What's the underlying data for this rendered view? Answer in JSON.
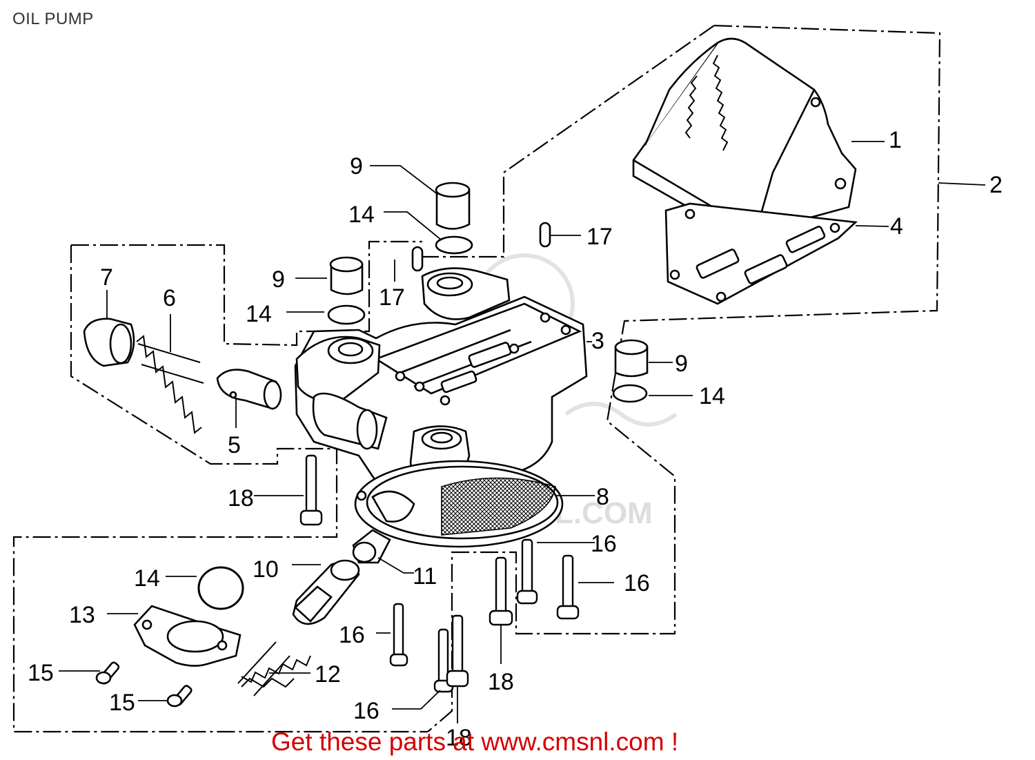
{
  "title": "OIL PUMP",
  "footer_text": "Get these parts at www.cmsnl.com !",
  "watermark_text": "WWW.CMSNL.COM",
  "colors": {
    "ink": "#000000",
    "footer": "#d40000",
    "watermark": "#cccccc",
    "background": "#ffffff"
  },
  "callouts": [
    {
      "key": "c1",
      "label": "1"
    },
    {
      "key": "c2",
      "label": "2"
    },
    {
      "key": "c3",
      "label": "3"
    },
    {
      "key": "c4",
      "label": "4"
    },
    {
      "key": "c5",
      "label": "5"
    },
    {
      "key": "c6",
      "label": "6"
    },
    {
      "key": "c7",
      "label": "7"
    },
    {
      "key": "c8",
      "label": "8"
    },
    {
      "key": "c9a",
      "label": "9"
    },
    {
      "key": "c9b",
      "label": "9"
    },
    {
      "key": "c9c",
      "label": "9"
    },
    {
      "key": "c10",
      "label": "10"
    },
    {
      "key": "c11",
      "label": "11"
    },
    {
      "key": "c12",
      "label": "12"
    },
    {
      "key": "c13",
      "label": "13"
    },
    {
      "key": "c14a",
      "label": "14"
    },
    {
      "key": "c14b",
      "label": "14"
    },
    {
      "key": "c14c",
      "label": "14"
    },
    {
      "key": "c14d",
      "label": "14"
    },
    {
      "key": "c15a",
      "label": "15"
    },
    {
      "key": "c15b",
      "label": "15"
    },
    {
      "key": "c16a",
      "label": "16"
    },
    {
      "key": "c16b",
      "label": "16"
    },
    {
      "key": "c16c",
      "label": "16"
    },
    {
      "key": "c16d",
      "label": "16"
    },
    {
      "key": "c17a",
      "label": "17"
    },
    {
      "key": "c17b",
      "label": "17"
    },
    {
      "key": "c18a",
      "label": "18"
    },
    {
      "key": "c18b",
      "label": "18"
    },
    {
      "key": "c18c",
      "label": "18"
    }
  ]
}
